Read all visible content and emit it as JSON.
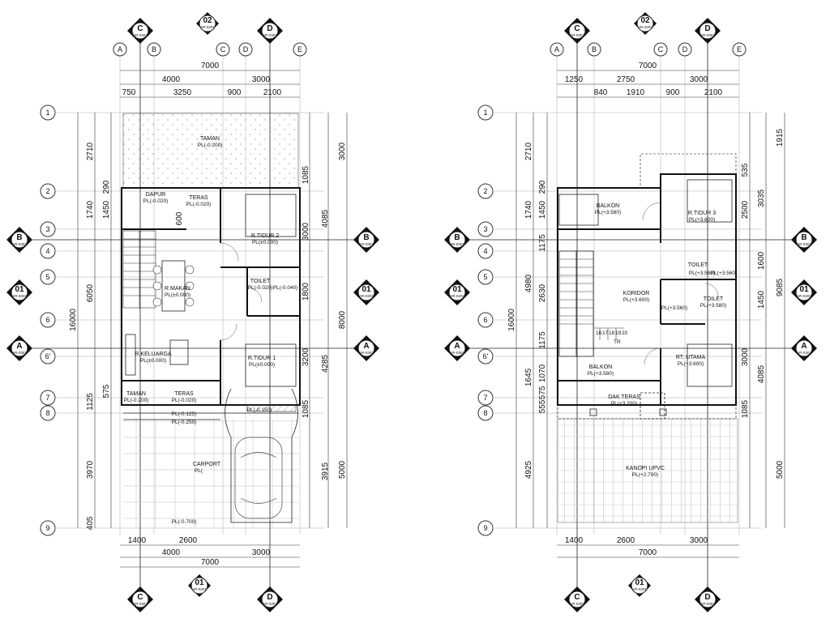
{
  "sheets": [
    {
      "grid_cols": [
        "A",
        "B",
        "C",
        "D",
        "E"
      ],
      "grid_rows": [
        "1",
        "2",
        "3",
        "4",
        "5",
        "6",
        "6'",
        "7",
        "8",
        "9"
      ],
      "section_tags": [
        {
          "id": "c-top",
          "label": "C",
          "ref": "AR-0302"
        },
        {
          "id": "02-top",
          "label": "02",
          "ref": "AR-0201"
        },
        {
          "id": "d-top",
          "label": "D",
          "ref": "AR-0302"
        },
        {
          "id": "c-bot",
          "label": "C",
          "ref": "AR-0302"
        },
        {
          "id": "01-bot",
          "label": "01",
          "ref": "AR-0201"
        },
        {
          "id": "d-bot",
          "label": "D",
          "ref": "AR-0302"
        },
        {
          "id": "b-left",
          "label": "B",
          "ref": "AR-0301"
        },
        {
          "id": "01-left",
          "label": "01",
          "ref": "AR-0202"
        },
        {
          "id": "a-left",
          "label": "A",
          "ref": "AR-0301"
        },
        {
          "id": "b-right",
          "label": "B",
          "ref": "AR-0301"
        },
        {
          "id": "01-right",
          "label": "01",
          "ref": "AR-0202"
        },
        {
          "id": "a-right",
          "label": "A",
          "ref": "AR-0301"
        }
      ],
      "top_dims": {
        "total": "7000",
        "mid": [
          "4000",
          "3000"
        ],
        "fine": [
          "750",
          "3250",
          "900",
          "2100"
        ]
      },
      "bottom_dims": {
        "fine": [
          "1400",
          "2600"
        ],
        "mid": [
          "4000",
          "3000"
        ],
        "total": "7000"
      },
      "left_dims": {
        "outer": "16000",
        "mid": [
          "6050"
        ],
        "inner": [
          "2710",
          "1740",
          "1450",
          "290",
          "600",
          "1125",
          "575",
          "3970",
          "405"
        ]
      },
      "right_dims": {
        "outer": "8000",
        "mid": [
          "3000",
          "4285",
          "5000"
        ],
        "inner": [
          "1085",
          "4085",
          "3000",
          "1800",
          "3200",
          "1085",
          "3915"
        ]
      },
      "rooms": [
        {
          "id": "taman",
          "name": "TAMAN",
          "level": "PL(-0.200)"
        },
        {
          "id": "dapur",
          "name": "DAPUR",
          "level": "PL(-0.020)"
        },
        {
          "id": "teras-top",
          "name": "TERAS",
          "level": "PL(-0.020)"
        },
        {
          "id": "tidur2",
          "name": "R.TIDUR 2",
          "level": "PL(±0.000)"
        },
        {
          "id": "makan",
          "name": "R.MAKAN",
          "level": "PL(±0.000)"
        },
        {
          "id": "toilet",
          "name": "TOILET",
          "level": "PL(-0.020)"
        },
        {
          "id": "toilet-lvl2",
          "name": "",
          "level": "PL(-0.040)"
        },
        {
          "id": "keluarga",
          "name": "R.KELUARGA",
          "level": "PL(±0.000)"
        },
        {
          "id": "tidur1",
          "name": "R.TIDUR 1",
          "level": "PL(±0.000)"
        },
        {
          "id": "taman-bot",
          "name": "TAMAN",
          "level": "PL(-0.200)"
        },
        {
          "id": "teras-bot",
          "name": "TERAS",
          "level": "PL(-0.020)"
        },
        {
          "id": "lvl-125",
          "name": "",
          "level": "PL(-0.125)"
        },
        {
          "id": "lvl-250",
          "name": "",
          "level": "PL(-0.250)"
        },
        {
          "id": "lvl-150",
          "name": "",
          "level": "PL(-0.150)"
        },
        {
          "id": "carport",
          "name": "CARPORT",
          "level": "PL("
        },
        {
          "id": "lvl-700",
          "name": "",
          "level": "PL(-0.700)"
        }
      ]
    },
    {
      "grid_cols": [
        "A",
        "B",
        "C",
        "D",
        "E"
      ],
      "grid_rows": [
        "1",
        "2",
        "3",
        "4",
        "5",
        "6",
        "6'",
        "7",
        "8",
        "9"
      ],
      "section_tags": [
        {
          "id": "c-top",
          "label": "C",
          "ref": "AR-0302"
        },
        {
          "id": "02-top",
          "label": "02",
          "ref": "AR-0201"
        },
        {
          "id": "d-top",
          "label": "D",
          "ref": "AR-0302"
        },
        {
          "id": "c-bot",
          "label": "C",
          "ref": "AR-0302"
        },
        {
          "id": "01-bot",
          "label": "01",
          "ref": "AR-0201"
        },
        {
          "id": "d-bot",
          "label": "D",
          "ref": "AR-0302"
        },
        {
          "id": "b-left",
          "label": "B",
          "ref": "AR-0301"
        },
        {
          "id": "01-left",
          "label": "01",
          "ref": "AR-0202"
        },
        {
          "id": "a-left",
          "label": "A",
          "ref": "AR-0301"
        },
        {
          "id": "b-right",
          "label": "B",
          "ref": "AR-0301"
        },
        {
          "id": "01-right",
          "label": "01",
          "ref": "AR-0202"
        },
        {
          "id": "a-right",
          "label": "A",
          "ref": "AR-0301"
        }
      ],
      "top_dims": {
        "total": "7000",
        "mid": [
          "1250",
          "2750",
          "3000"
        ],
        "fine": [
          "840",
          "1910",
          "900",
          "2100"
        ]
      },
      "bottom_dims": {
        "fine": [
          "1400",
          "2600",
          "3000"
        ],
        "total": "7000"
      },
      "left_dims": {
        "outer": "16000",
        "mid": [
          "4980",
          "4925"
        ],
        "inner": [
          "2710",
          "1740",
          "1450",
          "290",
          "1175",
          "2630",
          "1175",
          "1645",
          "1070",
          "575",
          "555"
        ]
      },
      "right_dims": {
        "outer": "9085",
        "mid": [
          "1915",
          "5000"
        ],
        "inner": [
          "535",
          "3035",
          "2500",
          "1600",
          "1450",
          "3000",
          "4085",
          "1085"
        ]
      },
      "rooms": [
        {
          "id": "balkon-top",
          "name": "BALKON",
          "level": "PL(+3.580)"
        },
        {
          "id": "tidur3",
          "name": "R.TIDUR 3",
          "level": "PL(+3.600)"
        },
        {
          "id": "toilet-a",
          "name": "TOILET",
          "level": "PL(+3.580)"
        },
        {
          "id": "lvl-3560",
          "name": "",
          "level": "PL(+3.560)"
        },
        {
          "id": "koridor",
          "name": "KORIDOR",
          "level": "PL(+3.600)"
        },
        {
          "id": "lvl-3560b",
          "name": "",
          "level": "PL(+3.560)"
        },
        {
          "id": "toilet-b",
          "name": "TOILET",
          "level": "PL(+3.580)"
        },
        {
          "id": "balkon-bot",
          "name": "BALKON",
          "level": "PL(+3.580)"
        },
        {
          "id": "utama",
          "name": "RT. UTAMA",
          "level": "PL(+3.600)"
        },
        {
          "id": "dak",
          "name": "DAK TERAS",
          "level": "PL(+3.200)"
        },
        {
          "id": "kanopi",
          "name": "KANOPI UPVC",
          "level": "PL(+2.700)"
        }
      ],
      "stair_numbers": [
        "16",
        "17",
        "18",
        "19",
        "20"
      ],
      "tr_label": "TR"
    }
  ]
}
